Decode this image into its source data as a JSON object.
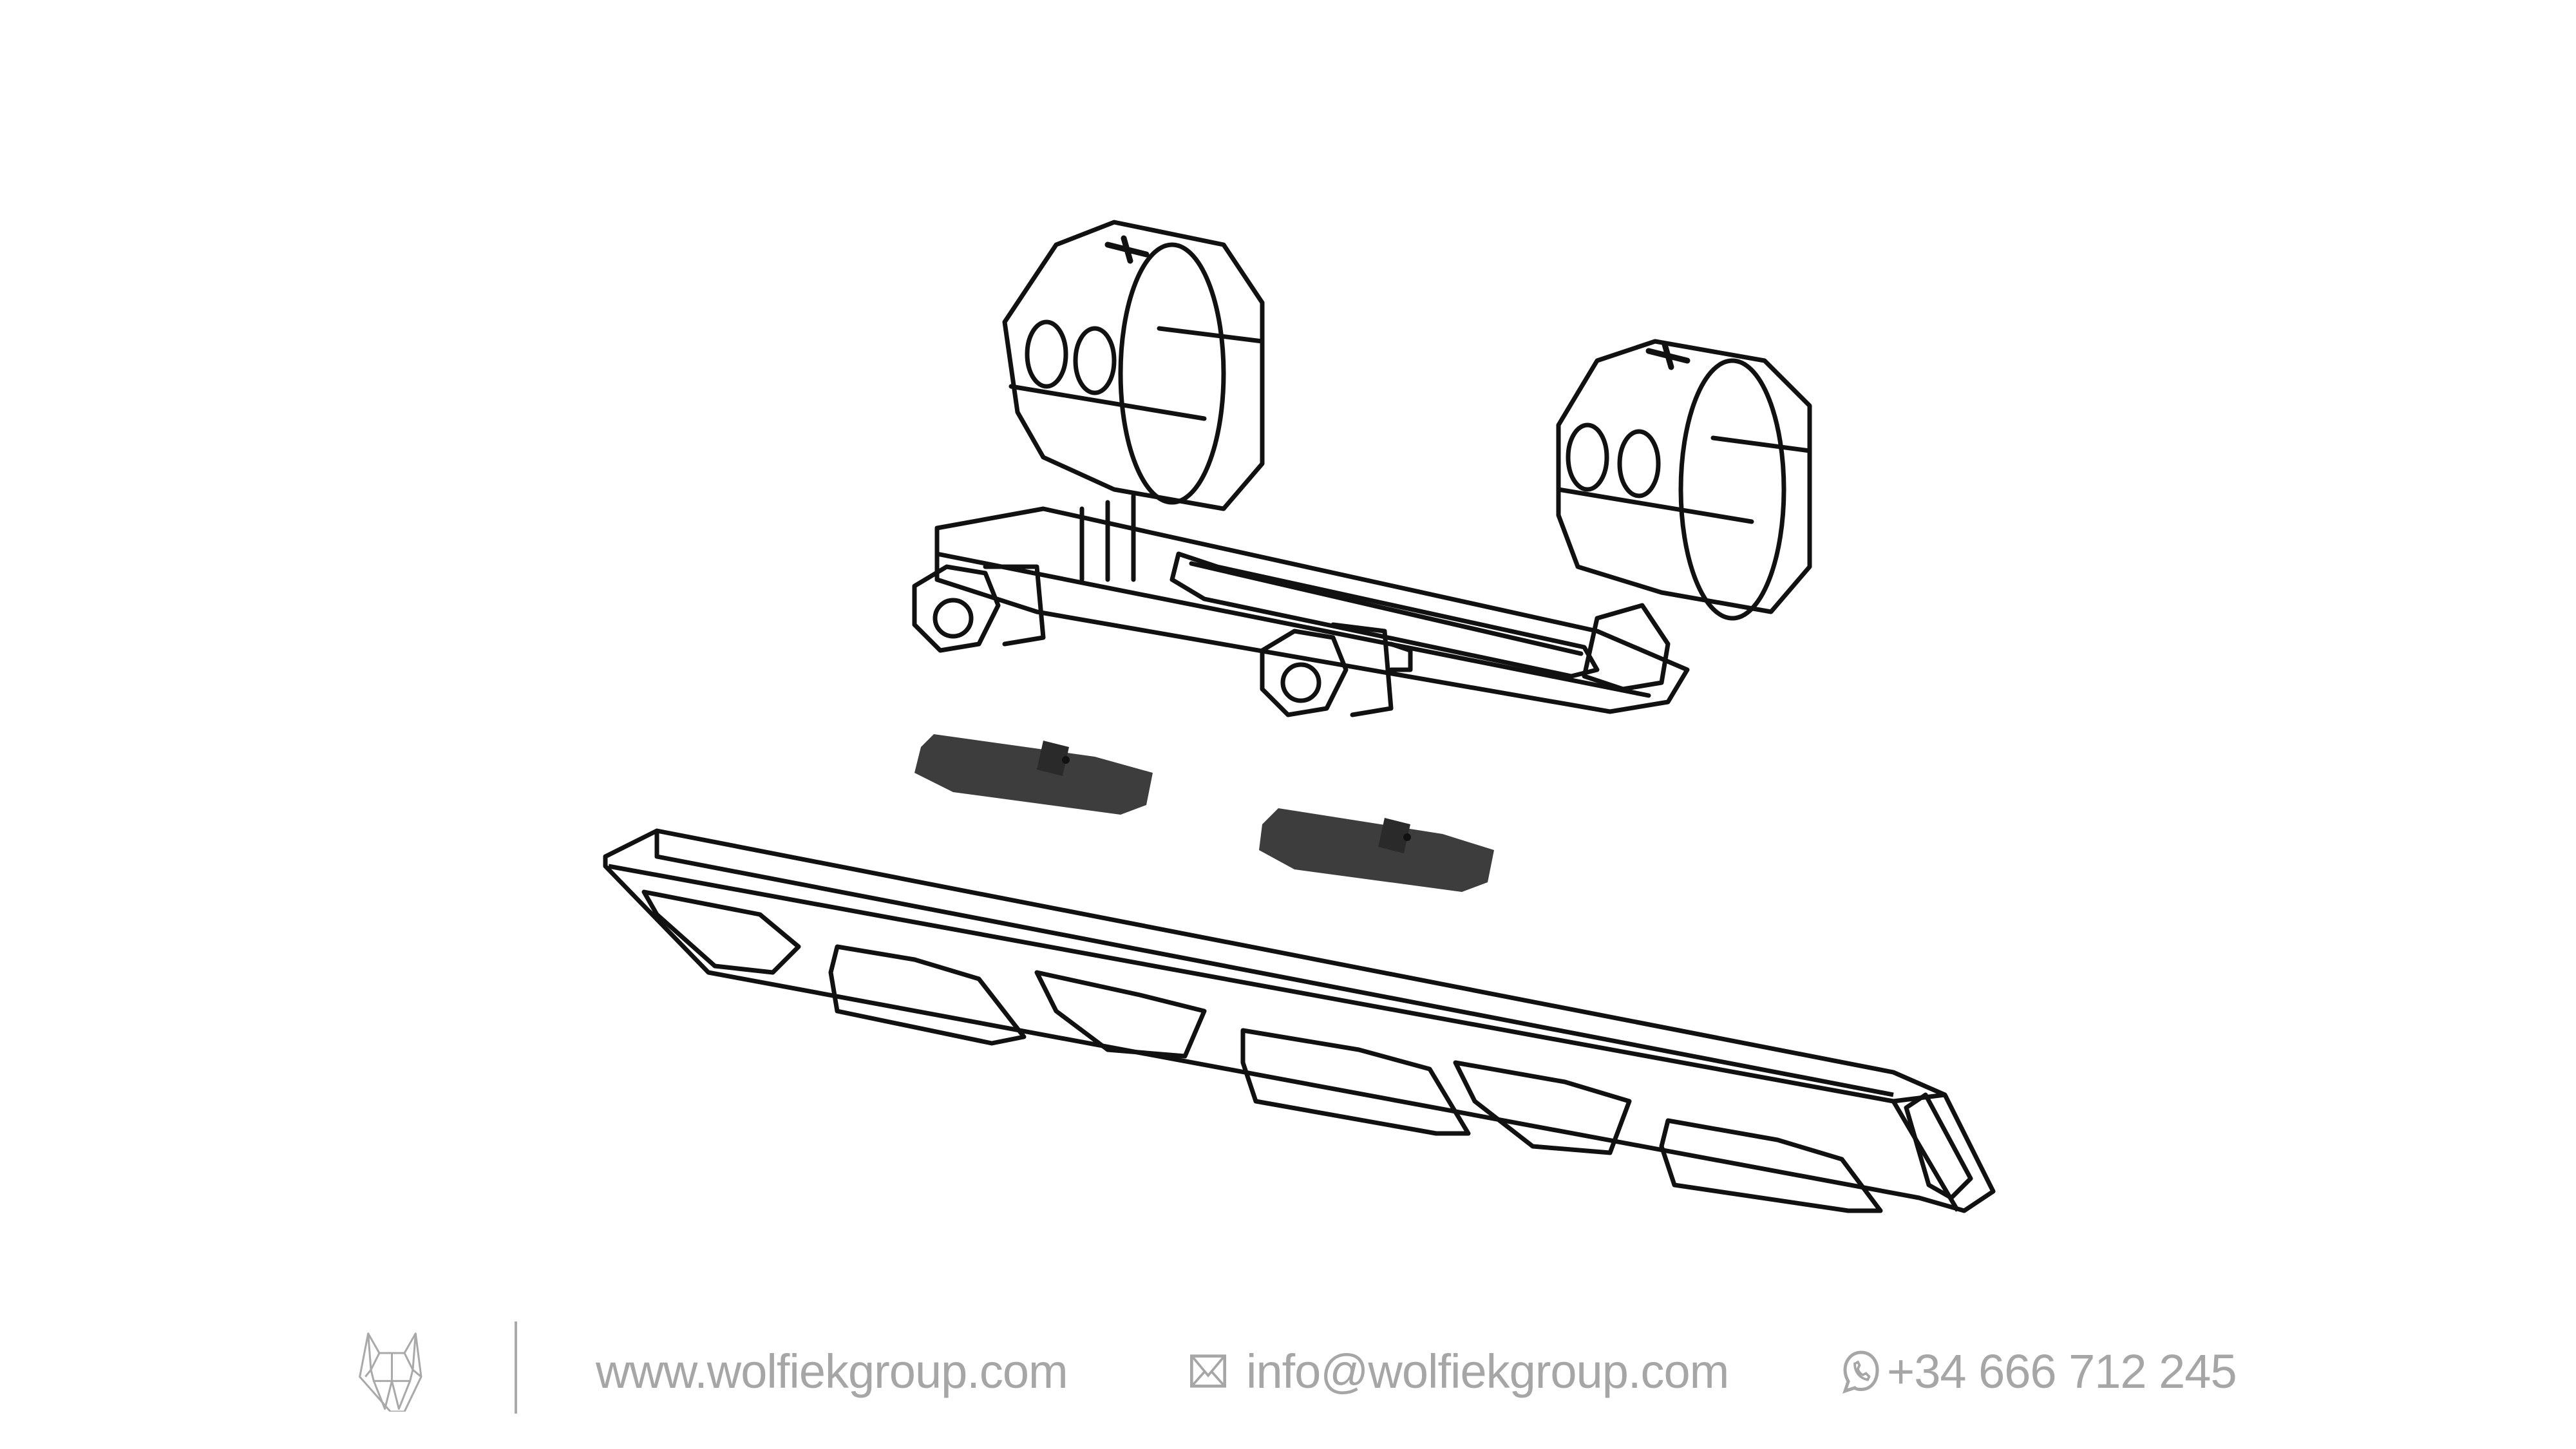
{
  "illustration": {
    "subject": "scope mount exploded view",
    "parts": [
      {
        "name": "cantilever-scope-mount",
        "label": ""
      },
      {
        "name": "rail-adapter-left",
        "label": ""
      },
      {
        "name": "rail-adapter-right",
        "label": ""
      },
      {
        "name": "picatinny-rail",
        "label": ""
      }
    ]
  },
  "footer": {
    "logo_icon": "wolf-head-icon",
    "website": "www.wolfiekgroup.com",
    "email_icon": "envelope-icon",
    "email": "info@wolfiekgroup.com",
    "phone_icon": "whatsapp-icon",
    "phone": "+34 666 712 245",
    "text_color": "#a6a6a6"
  }
}
